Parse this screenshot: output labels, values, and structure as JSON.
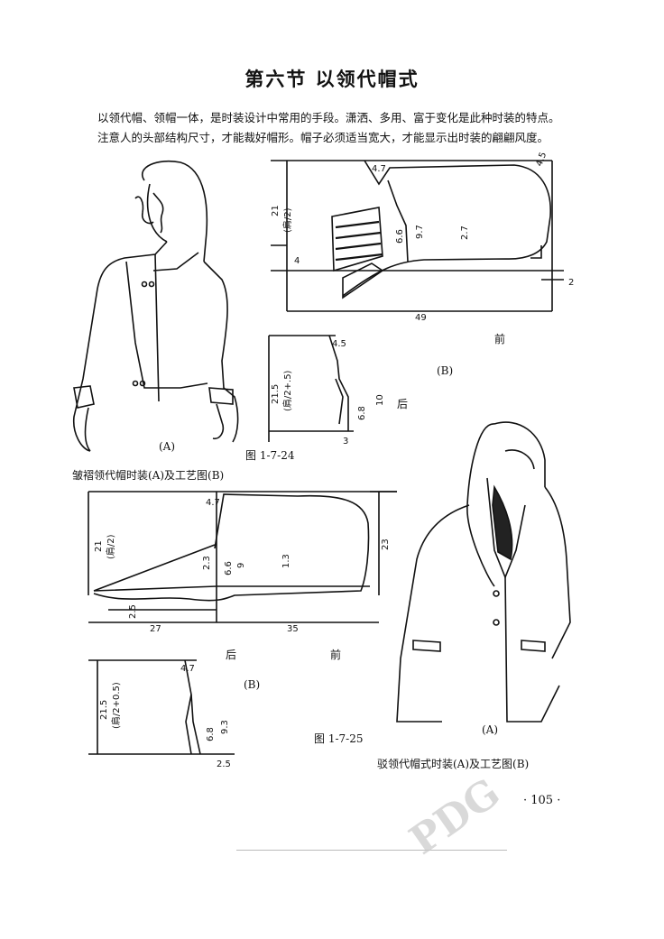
{
  "page": {
    "title": "第六节   以领代帽式",
    "paragraph_line1": "以领代帽、领帽一体，是时装设计中常用的手段。潇洒、多用、富于变化是此种时装的特点。",
    "paragraph_line2": "注意人的头部结构尺寸，才能裁好帽形。帽子必须适当宽大，才能显示出时装的翩翩风度。",
    "page_number": "· 105 ·"
  },
  "figure1": {
    "label_a": "(A)",
    "label_b": "(B)",
    "fig_no": "图 1-7-24",
    "caption": "皱褶领代帽时装(A)及工艺图(B)",
    "dims": {
      "d21": "21",
      "d21sub": "(肩/2)",
      "d4": "4",
      "d47": "4.7",
      "d45": "4.5",
      "d66": "6.6",
      "d97": "9.7",
      "d27": "2.7",
      "d49": "49",
      "d2": "2",
      "front": "前",
      "back": "后",
      "b45": "4.5",
      "b215": "21.5",
      "b215sub": "(肩/2+.5)",
      "b68": "6.8",
      "b10": "10",
      "b3": "3"
    }
  },
  "figure2": {
    "label_a": "(A)",
    "label_b": "(B)",
    "fig_no": "图 1-7-25",
    "caption": "驳领代帽式时装(A)及工艺图(B)",
    "dims": {
      "d21": "21",
      "d21sub": "(肩/2)",
      "d47": "4.7",
      "d23": "2.3",
      "d66": "6.6",
      "d9": "9",
      "d13": "1.3",
      "d23b": "23",
      "d25": "2.5",
      "d27": "27",
      "d35": "35",
      "back": "后",
      "front": "前",
      "b47": "4.7",
      "b215": "21.5",
      "b215sub": "(肩/2+0.5)",
      "b68": "6.8",
      "b93": "9.3",
      "b25": "2.5"
    }
  },
  "watermark": {
    "text": "PDG"
  }
}
